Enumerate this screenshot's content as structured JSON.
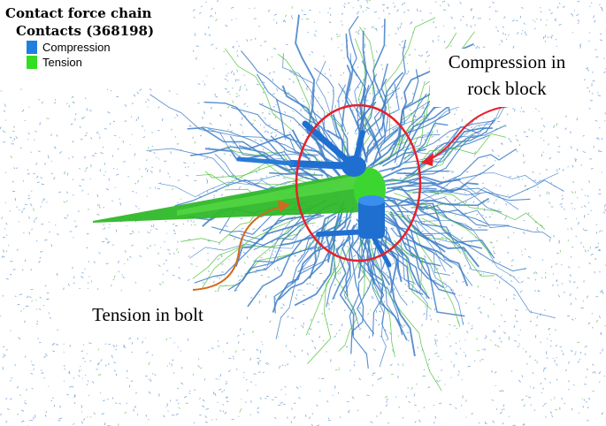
{
  "legend": {
    "title": "Contact force chain",
    "subtitle": "Contacts (368198)",
    "items": [
      {
        "label": "Compression",
        "color": "#1f7fe0"
      },
      {
        "label": "Tension",
        "color": "#33dd22"
      }
    ]
  },
  "annotations": {
    "compression_line1": "Compression in",
    "compression_line2": "rock block",
    "tension": "Tension in bolt"
  },
  "colors": {
    "compression": "#1f7fe0",
    "tension": "#33dd22",
    "ellipse": "#e8202a",
    "arrow_compression": "#e8202a",
    "arrow_tension": "#d2691e",
    "background_dots": "#7aa7d8"
  }
}
